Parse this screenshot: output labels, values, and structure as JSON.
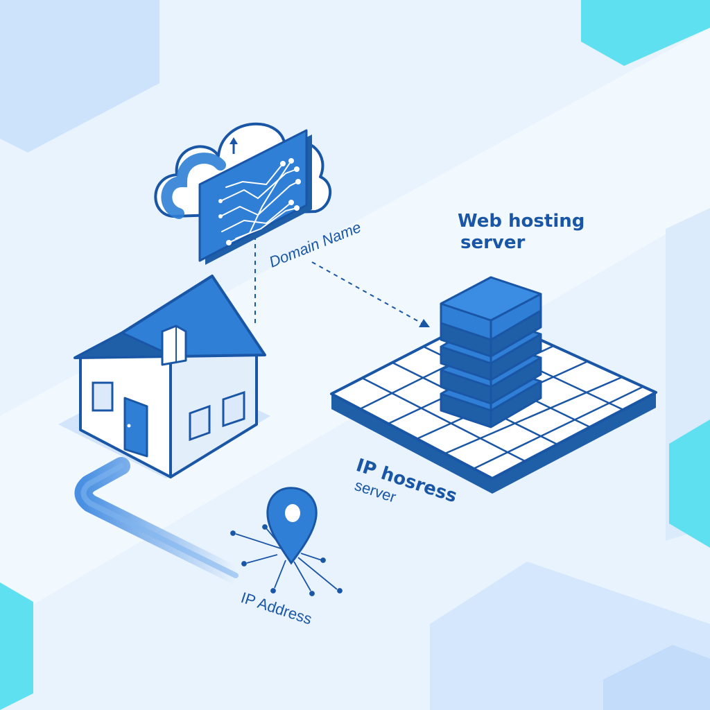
{
  "labels": {
    "domain_name": "Domain Name",
    "web_hosting_line1": "Web hosting",
    "web_hosting_line2": "server",
    "ip_hosress_line1": "IP hosress",
    "ip_hosress_line2": "server",
    "ip_address": "IP Address"
  },
  "colors": {
    "background": "#e9f3fd",
    "primary_blue": "#2f7fd6",
    "dark_blue": "#1f5fa8",
    "outline": "#1a56a6",
    "light_blue": "#dbe9fa",
    "accent_cyan": "#5ee0f0",
    "white": "#ffffff"
  },
  "icons": [
    "cloud-icon",
    "upload-arrow-icon",
    "circuit-board-icon",
    "house-icon",
    "location-pin-icon",
    "server-stack-icon",
    "grid-platform-icon"
  ]
}
